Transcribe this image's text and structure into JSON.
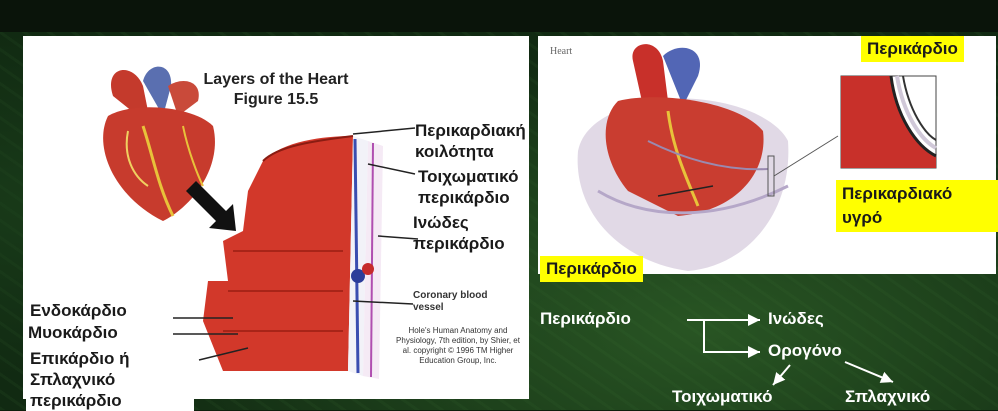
{
  "left_figure": {
    "title_line1": "Layers of the Heart",
    "title_line2": "Figure 15.5",
    "labels": {
      "pericardial_cavity": "Περικαρδιακή κοιλότητα",
      "parietal_pericardium": "Τοιχωματικό περικάρδιο",
      "fibrous_pericardium": "Ινώδες περικάρδιο",
      "endocardium": "Ενδοκάρδιο",
      "myocardium": "Μυοκάρδιο",
      "epicardium": "Επικάρδιο ή Σπλαχνικό περικάρδιο",
      "coronary_vessel": "Coronary blood vessel"
    },
    "credit": "Hole's Human Anatomy and Physiology, 7th edition, by Shier, et al. copyright © 1996 TM Higher Education Group, Inc."
  },
  "right_figure": {
    "heart_label": "Heart",
    "pericardium_top": "Περικάρδιο",
    "pericardial_fluid": "Περικαρδιακό υγρό",
    "pericardium_bottom": "Περικάρδιο"
  },
  "diagram": {
    "root": "Περικάρδιο",
    "child_fibrous": "Ινώδες",
    "child_serous": "Ορογόνο",
    "leaf_parietal": "Τοιχωματικό",
    "leaf_visceral": "Σπλαχνικό"
  },
  "colors": {
    "highlight": "#ffff00",
    "background": "#112a12",
    "muscle": "#d2382a"
  }
}
